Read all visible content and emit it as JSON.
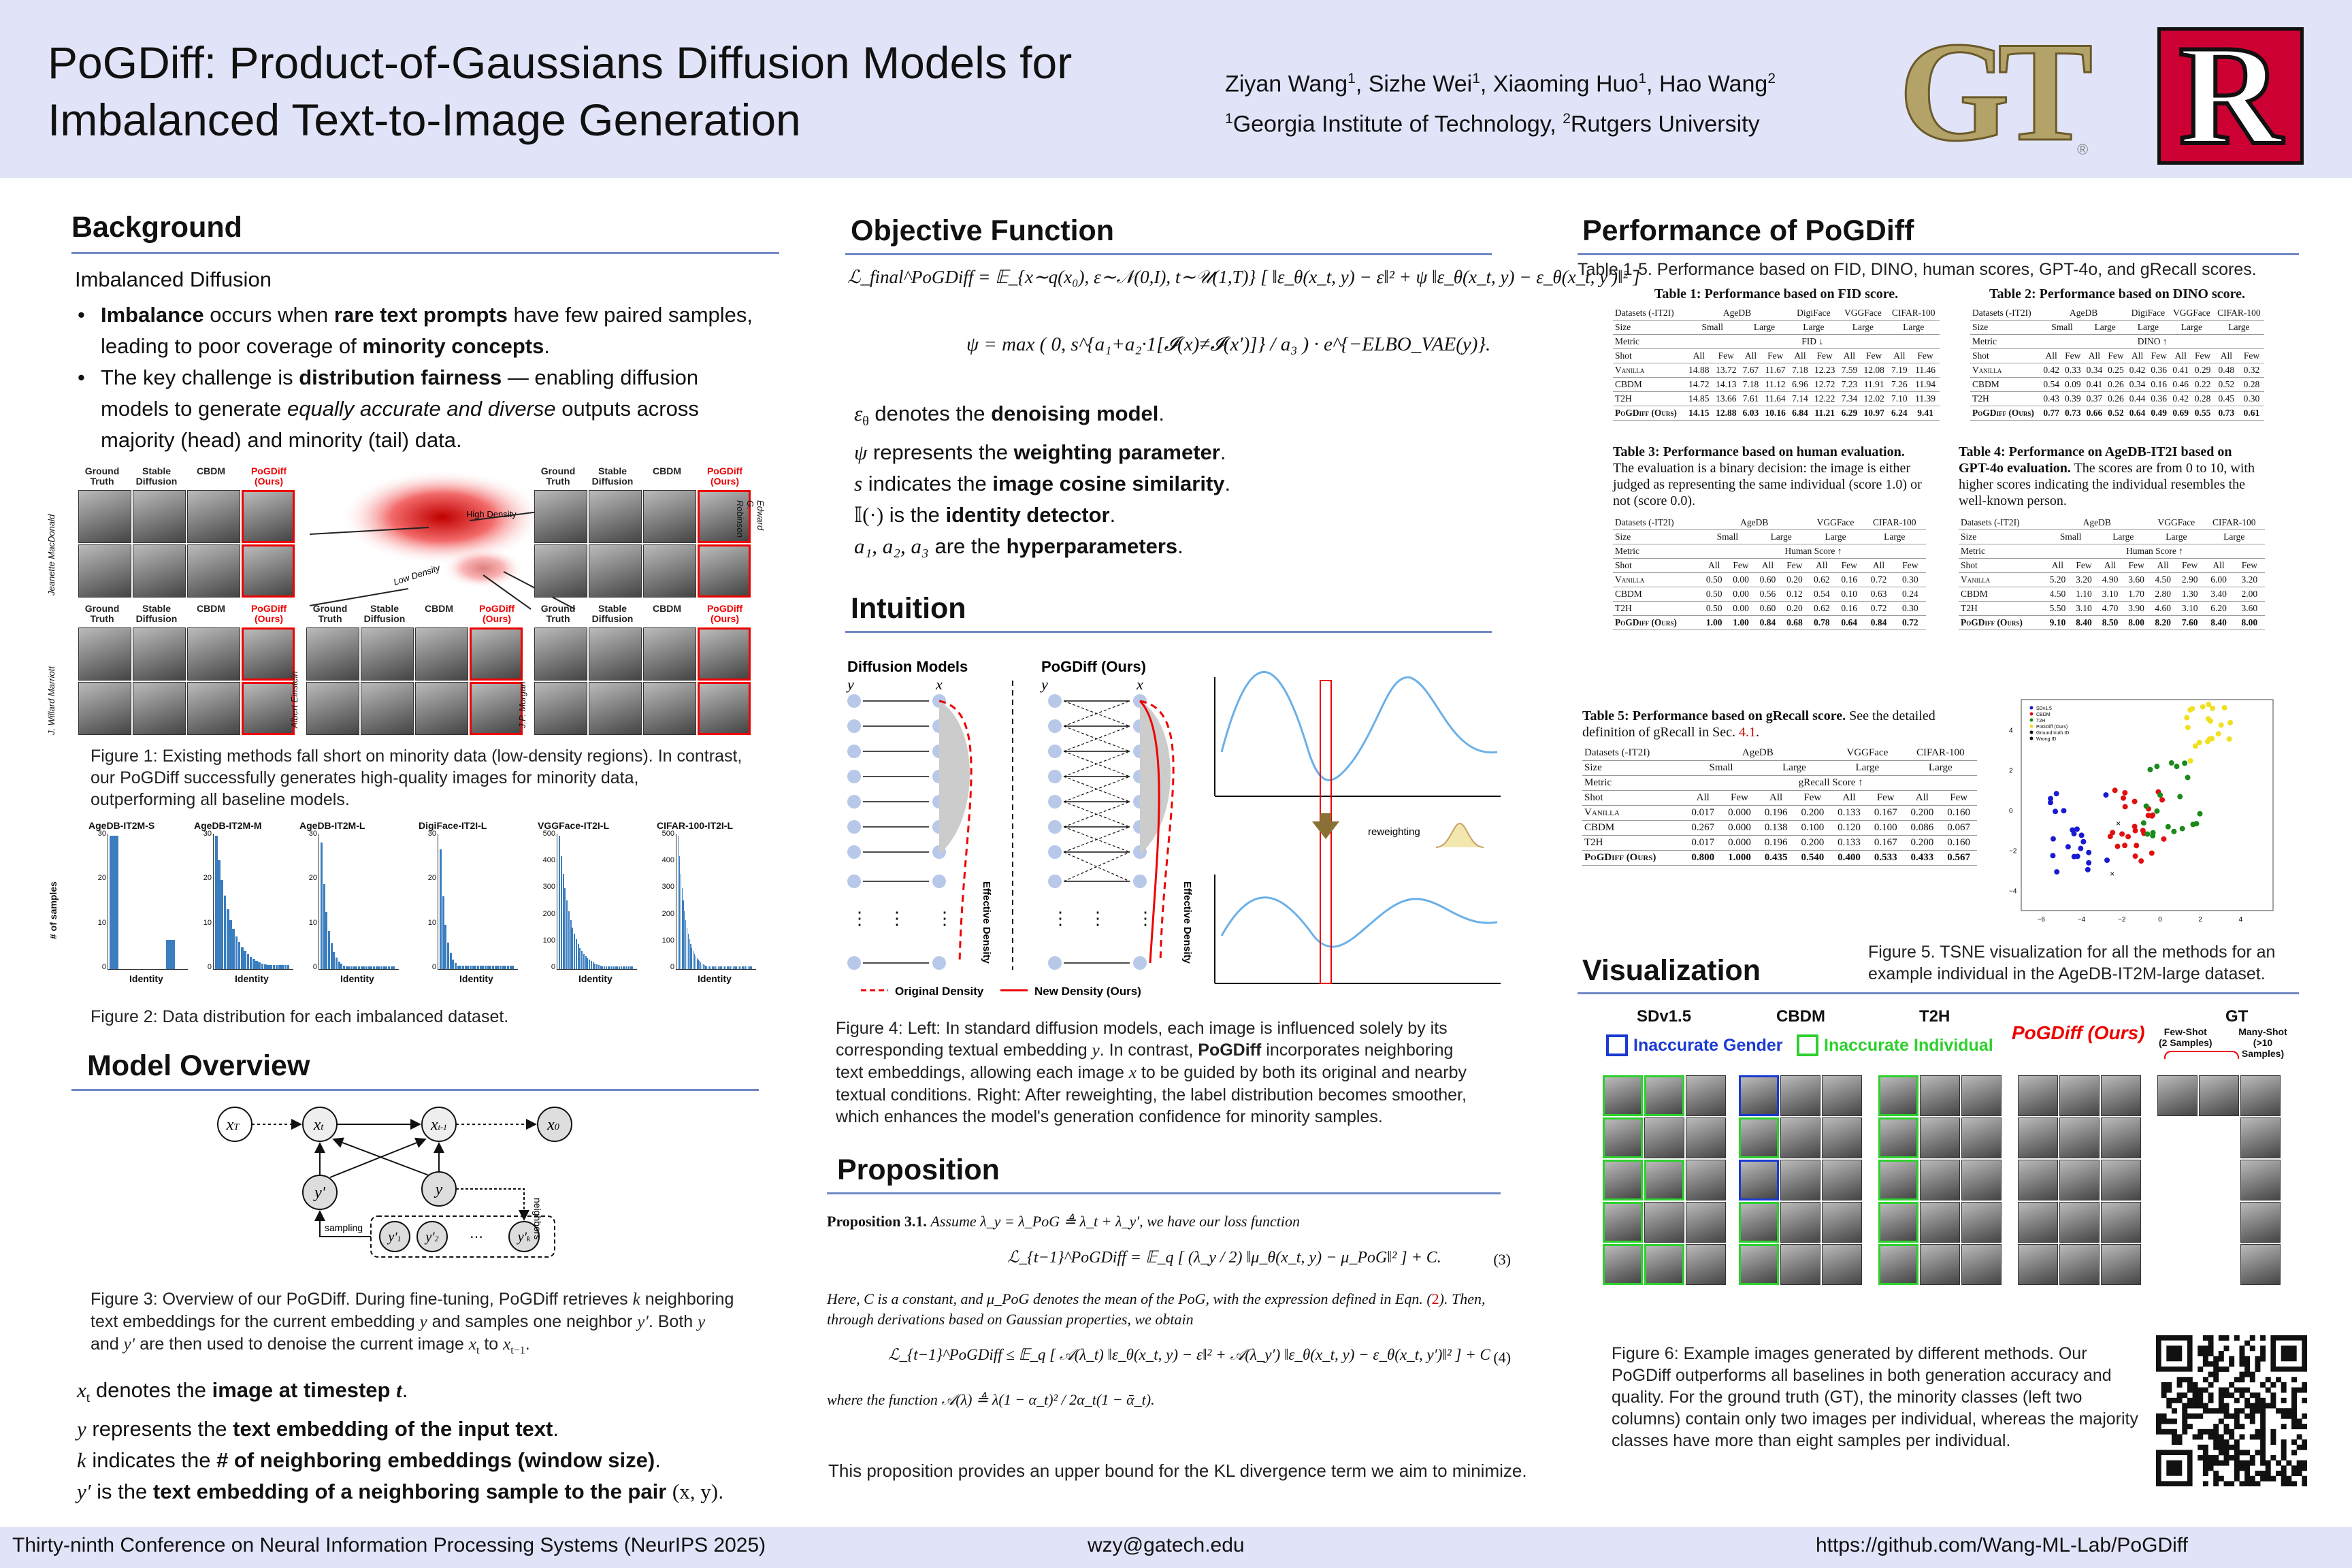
{
  "header": {
    "title_line1": "PoGDiff: Product-of-Gaussians Diffusion Models for",
    "title_line2": "Imbalanced Text-to-Image Generation",
    "authors": [
      "Ziyan Wang",
      "Sizhe Wei",
      "Xiaoming Huo",
      "Hao Wang"
    ],
    "author_sups": [
      "1",
      "1",
      "1",
      "2"
    ],
    "aff1_sup": "1",
    "aff1": "Georgia Institute of Technology,",
    "aff2_sup": "2",
    "aff2": "Rutgers University",
    "logo1": "GT",
    "logo1_mark": "®",
    "logo2": "R",
    "logo_colors": {
      "gt": "#b3a369",
      "rutgers": "#cc0033"
    }
  },
  "background": {
    "title": "Background",
    "subtitle": "Imbalanced Diffusion",
    "b1": [
      "Imbalance",
      " occurs when ",
      "rare text prompts",
      " have few paired samples, leading to poor coverage of ",
      "minority concepts",
      "."
    ],
    "b2": [
      "The key challenge is ",
      "distribution fairness",
      " — enabling diffusion models to generate ",
      "equally accurate and diverse",
      " outputs across majority (head) and minority (tail) data."
    ],
    "fig1_labels": [
      "Ground Truth",
      "Stable Diffusion",
      "CBDM",
      "PoGDiff (Ours)"
    ],
    "fig1_density": [
      "High Density",
      "Low Density"
    ],
    "fig1_people": [
      "Jeanette MacDonald",
      "Edward G. Robinson",
      "J. Willard Marriott",
      "Albert Einstein",
      "J.P. Morgan"
    ],
    "fig1_caption": "Figure 1: Existing methods fall short on minority data (low-density regions). In contrast, our PoGDiff successfully generates high-quality images for minority data, outperforming all baseline models.",
    "fig2_ylabel": "# of samples",
    "fig2_xlabel": "Identity",
    "fig2_titles": [
      "AgeDB-IT2M-S",
      "AgeDB-IT2M-M",
      "AgeDB-IT2M-L",
      "DigiFace-IT2I-L",
      "VGGFace-IT2I-L",
      "CIFAR-100-IT2I-L"
    ],
    "fig2_yticks": [
      [
        "30",
        "20",
        "10",
        "0"
      ],
      [
        "30",
        "20",
        "10",
        "0"
      ],
      [
        "30",
        "20",
        "10",
        "0"
      ],
      [
        "30",
        "20",
        "10",
        "0"
      ],
      [
        "500",
        "400",
        "300",
        "200",
        "100",
        "0"
      ],
      [
        "500",
        "400",
        "300",
        "200",
        "100",
        "0"
      ]
    ],
    "fig2_caption": "Figure 2: Data distribution for each imbalanced dataset."
  },
  "model": {
    "title": "Model Overview",
    "nodes": [
      "x",
      "x",
      "x",
      "x",
      "y'",
      "y",
      "y'",
      "y'",
      "y'"
    ],
    "node_subs": [
      "T",
      "t",
      "t-1",
      "0",
      "",
      "",
      "1",
      "2",
      "k"
    ],
    "sampling": "sampling",
    "neighbors": "neighbors",
    "fig3_caption": [
      "Figure 3: Overview of our PoGDiff. During fine-tuning, PoGDiff retrieves ",
      "k",
      " neighboring text embeddings for the current embedding ",
      "y",
      " and samples one neighbor ",
      "y′",
      ". Both ",
      "y",
      " and ",
      "y′",
      " are then used to denoise the current image ",
      "x",
      "t",
      " to ",
      "x",
      "t−1",
      "."
    ],
    "l1": [
      "x",
      "t",
      " denotes the ",
      "image at timestep ",
      "t",
      "."
    ],
    "l2": [
      "y",
      " represents the ",
      "text embedding of the input text",
      "."
    ],
    "l3": [
      "k",
      " indicates the ",
      "# of neighboring embeddings (window size)",
      "."
    ],
    "l4": [
      "y′",
      " is the ",
      "text embedding of a neighboring sample to the pair ",
      "(x, y)",
      "."
    ]
  },
  "objective": {
    "title": "Objective Function",
    "eq1": "ℒ_final^PoGDiff = 𝔼_{x∼q(x₀), ε∼𝒩(0,I), t∼𝒰(1,T)} [ ‖ε_θ(x_t, y) − ε‖² + ψ ‖ε_θ(x_t, y) − ε_θ(x_t, y′)‖² ]",
    "eq2": "ψ = max ( 0, s^{a₁+a₂·1[𝓘(x)≠𝓘(x′)]} / a₃ ) · e^{−ELBO_VAE(y)}.",
    "d1": [
      "ε",
      "θ",
      " denotes the ",
      "denoising model",
      "."
    ],
    "d2": [
      "ψ",
      " represents the ",
      "weighting parameter",
      "."
    ],
    "d3": [
      "s",
      " indicates the ",
      "image cosine similarity",
      "."
    ],
    "d4": [
      "𝕀(·)",
      " is the ",
      "identity detector",
      "."
    ],
    "d5": [
      "a₁, a₂, a₃",
      " are the ",
      "hyperparameters",
      "."
    ]
  },
  "intuition": {
    "title": "Intuition",
    "left_title": "Diffusion Models",
    "right_title": "PoGDiff (Ours)",
    "y": "y",
    "x": "x",
    "eff": "Effective Density",
    "legend": [
      "Original Density",
      "New Density (Ours)"
    ],
    "reweighting": "reweighting",
    "fig4_caption": [
      "Figure 4: Left: In standard diffusion models, each image is influenced solely by its corresponding textual embedding ",
      "y",
      ". In contrast, ",
      "PoGDiff",
      " incorporates neighboring text embeddings, allowing each image ",
      "x",
      " to be guided by both its original and nearby textual conditions. Right: After reweighting, the label distribution becomes smoother, which enhances the model's generation confidence for minority samples."
    ]
  },
  "proposition": {
    "title": "Proposition",
    "p_head": "Proposition 3.1.",
    "p_text": "Assume λ_y = λ_PoG ≜ λ_t + λ_y′, we have our loss function",
    "eq3": "ℒ_{t−1}^PoGDiff = 𝔼_q [ (λ_y / 2) ‖μ_θ(x_t, y) − μ_PoG‖² ] + C.",
    "eq3_num": "(3)",
    "p_mid1": "Here, C is a constant, and μ_PoG denotes the mean of the PoG, with the expression defined in Eqn. (",
    "p_ref": "2",
    "p_mid2": "). Then, through derivations based on Gaussian properties, we obtain",
    "eq4": "ℒ_{t−1}^PoGDiff ≤ 𝔼_q [ 𝒜(λ_t) ‖ε_θ(x_t, y) − ε‖² + 𝒜(λ_y′) ‖ε_θ(x_t, y) − ε_θ(x_t, y′)‖² ] + C",
    "eq4_num": "(4)",
    "p_end": "where the function 𝒜(λ) ≜ λ(1 − α_t)² / 2α_t(1 − ᾱ_t).",
    "p_note": "This proposition provides an upper bound for the KL divergence term we aim to minimize."
  },
  "performance": {
    "title": "Performance of PoGDiff",
    "intro": "Table 1-5. Performance based on FID, DINO, human scores, GPT-4o, and gRecall scores.",
    "t1": {
      "cap_b": "Table 1: Performance based on FID score.",
      "cap": "",
      "header1": [
        "Datasets (-IT2I)",
        "AgeDB",
        "DigiFace",
        "VGGFace",
        "CIFAR-100"
      ],
      "size": [
        "Size",
        "Small",
        "Large",
        "Large",
        "Large",
        "Large"
      ],
      "metric": [
        "Metric",
        "FID ↓"
      ],
      "shot": [
        "Shot",
        "All",
        "Few",
        "All",
        "Few",
        "All",
        "Few",
        "All",
        "Few",
        "All",
        "Few"
      ],
      "rows": [
        [
          "Vanilla",
          "14.88",
          "13.72",
          "7.67",
          "11.67",
          "7.18",
          "12.23",
          "7.59",
          "12.08",
          "7.19",
          "11.46"
        ],
        [
          "CBDM",
          "14.72",
          "14.13",
          "7.18",
          "11.12",
          "6.96",
          "12.72",
          "7.23",
          "11.91",
          "7.26",
          "11.94"
        ],
        [
          "T2H",
          "14.85",
          "13.66",
          "7.61",
          "11.64",
          "7.14",
          "12.22",
          "7.34",
          "12.02",
          "7.10",
          "11.39"
        ],
        [
          "PoGDiff (Ours)",
          "14.15",
          "12.88",
          "6.03",
          "10.16",
          "6.84",
          "11.21",
          "6.29",
          "10.97",
          "6.24",
          "9.41"
        ]
      ]
    },
    "t2": {
      "cap_b": "Table 2: Performance based on DINO score.",
      "header1": [
        "Datasets (-IT2I)",
        "AgeDB",
        "DigiFace",
        "VGGFace",
        "CIFAR-100"
      ],
      "size": [
        "Size",
        "Small",
        "Large",
        "Large",
        "Large",
        "Large"
      ],
      "metric": [
        "Metric",
        "DINO ↑"
      ],
      "shot": [
        "Shot",
        "All",
        "Few",
        "All",
        "Few",
        "All",
        "Few",
        "All",
        "Few",
        "All",
        "Few"
      ],
      "rows": [
        [
          "Vanilla",
          "0.42",
          "0.33",
          "0.34",
          "0.25",
          "0.42",
          "0.36",
          "0.41",
          "0.29",
          "0.48",
          "0.32"
        ],
        [
          "CBDM",
          "0.54",
          "0.09",
          "0.41",
          "0.26",
          "0.34",
          "0.16",
          "0.46",
          "0.22",
          "0.52",
          "0.28"
        ],
        [
          "T2H",
          "0.43",
          "0.39",
          "0.37",
          "0.26",
          "0.44",
          "0.36",
          "0.42",
          "0.28",
          "0.45",
          "0.30"
        ],
        [
          "PoGDiff (Ours)",
          "0.77",
          "0.73",
          "0.66",
          "0.52",
          "0.64",
          "0.49",
          "0.69",
          "0.55",
          "0.73",
          "0.61"
        ]
      ]
    },
    "t3": {
      "cap_b": "Table 3: Performance based on human evaluation.",
      "cap": " The evaluation is a binary decision: the image is either judged as representing the same individual (score 1.0) or not (score 0.0).",
      "header1": [
        "Datasets (-IT2I)",
        "AgeDB",
        "VGGFace",
        "CIFAR-100"
      ],
      "size": [
        "Size",
        "Small",
        "Large",
        "Large",
        "Large"
      ],
      "metric": [
        "Metric",
        "Human Score ↑"
      ],
      "shot": [
        "Shot",
        "All",
        "Few",
        "All",
        "Few",
        "All",
        "Few",
        "All",
        "Few"
      ],
      "rows": [
        [
          "Vanilla",
          "0.50",
          "0.00",
          "0.60",
          "0.20",
          "0.62",
          "0.16",
          "0.72",
          "0.30"
        ],
        [
          "CBDM",
          "0.50",
          "0.00",
          "0.56",
          "0.12",
          "0.54",
          "0.10",
          "0.63",
          "0.24"
        ],
        [
          "T2H",
          "0.50",
          "0.00",
          "0.60",
          "0.20",
          "0.62",
          "0.16",
          "0.72",
          "0.30"
        ],
        [
          "PoGDiff (Ours)",
          "1.00",
          "1.00",
          "0.84",
          "0.68",
          "0.78",
          "0.64",
          "0.84",
          "0.72"
        ]
      ]
    },
    "t4": {
      "cap_b": "Table 4: Performance on AgeDB-IT2I based on GPT-4o evaluation.",
      "cap": " The scores are from 0 to 10, with higher scores indicating the individual resembles the well-known person.",
      "header1": [
        "Datasets (-IT2I)",
        "AgeDB",
        "VGGFace",
        "CIFAR-100"
      ],
      "size": [
        "Size",
        "Small",
        "Large",
        "Large",
        "Large"
      ],
      "metric": [
        "Metric",
        "Human Score ↑"
      ],
      "shot": [
        "Shot",
        "All",
        "Few",
        "All",
        "Few",
        "All",
        "Few",
        "All",
        "Few"
      ],
      "rows": [
        [
          "Vanilla",
          "5.20",
          "3.20",
          "4.90",
          "3.60",
          "4.50",
          "2.90",
          "6.00",
          "3.20"
        ],
        [
          "CBDM",
          "4.50",
          "1.10",
          "3.10",
          "1.70",
          "2.80",
          "1.30",
          "3.40",
          "2.00"
        ],
        [
          "T2H",
          "5.50",
          "3.10",
          "4.70",
          "3.90",
          "4.60",
          "3.10",
          "6.20",
          "3.60"
        ],
        [
          "PoGDiff (Ours)",
          "9.10",
          "8.40",
          "8.50",
          "8.00",
          "8.20",
          "7.60",
          "8.40",
          "8.00"
        ]
      ]
    },
    "t5": {
      "cap_b": "Table 5: Performance based on gRecall score.",
      "cap": " See the detailed definition of gRecall in Sec. ",
      "ref": "4.1",
      "header1": [
        "Datasets (-IT2I)",
        "AgeDB",
        "VGGFace",
        "CIFAR-100"
      ],
      "size": [
        "Size",
        "Small",
        "Large",
        "Large",
        "Large"
      ],
      "metric": [
        "Metric",
        "gRecall Score ↑"
      ],
      "shot": [
        "Shot",
        "All",
        "Few",
        "All",
        "Few",
        "All",
        "Few",
        "All",
        "Few"
      ],
      "rows": [
        [
          "Vanilla",
          "0.017",
          "0.000",
          "0.196",
          "0.200",
          "0.133",
          "0.167",
          "0.200",
          "0.160"
        ],
        [
          "CBDM",
          "0.267",
          "0.000",
          "0.138",
          "0.100",
          "0.120",
          "0.100",
          "0.086",
          "0.067"
        ],
        [
          "T2H",
          "0.017",
          "0.000",
          "0.196",
          "0.200",
          "0.133",
          "0.167",
          "0.200",
          "0.160"
        ],
        [
          "PoGDiff (Ours)",
          "0.800",
          "1.000",
          "0.435",
          "0.540",
          "0.400",
          "0.533",
          "0.433",
          "0.567"
        ]
      ]
    },
    "tsne_legend": [
      "SDv1.5",
      "CBDM",
      "T2H",
      "PoGDiff (Ours)",
      "Ground truth ID",
      "Wrong ID"
    ],
    "tsne_xticks": [
      "−6",
      "−4",
      "−2",
      "0",
      "2",
      "4"
    ],
    "tsne_yticks": [
      "4",
      "2",
      "0",
      "−2",
      "−4"
    ],
    "fig5_caption": "Figure 5. TSNE visualization for all the methods for an example individual in the AgeDB-IT2M-large dataset."
  },
  "visualization": {
    "title": "Visualization",
    "cols": [
      "SDv1.5",
      "CBDM",
      "T2H",
      "PoGDiff (Ours)",
      "GT"
    ],
    "legend": [
      "Inaccurate Gender",
      "Inaccurate Individual"
    ],
    "gt_sub": [
      "Few-Shot",
      "(2 Samples)",
      "Many-Shot",
      "(>10 Samples)"
    ],
    "fig6_caption": "Figure 6: Example images generated by different methods. Our PoGDiff outperforms all baselines in both generation accuracy and quality. For the ground truth (GT), the minority classes (left two columns) contain only two images per individual, whereas the majority classes have more than eight samples per individual."
  },
  "footer": {
    "conf": "Thirty-ninth Conference on Neural Information Processing Systems (NeurIPS 2025)",
    "email": "wzy@gatech.edu",
    "url": "https://github.com/Wang-ML-Lab/PoGDiff"
  }
}
